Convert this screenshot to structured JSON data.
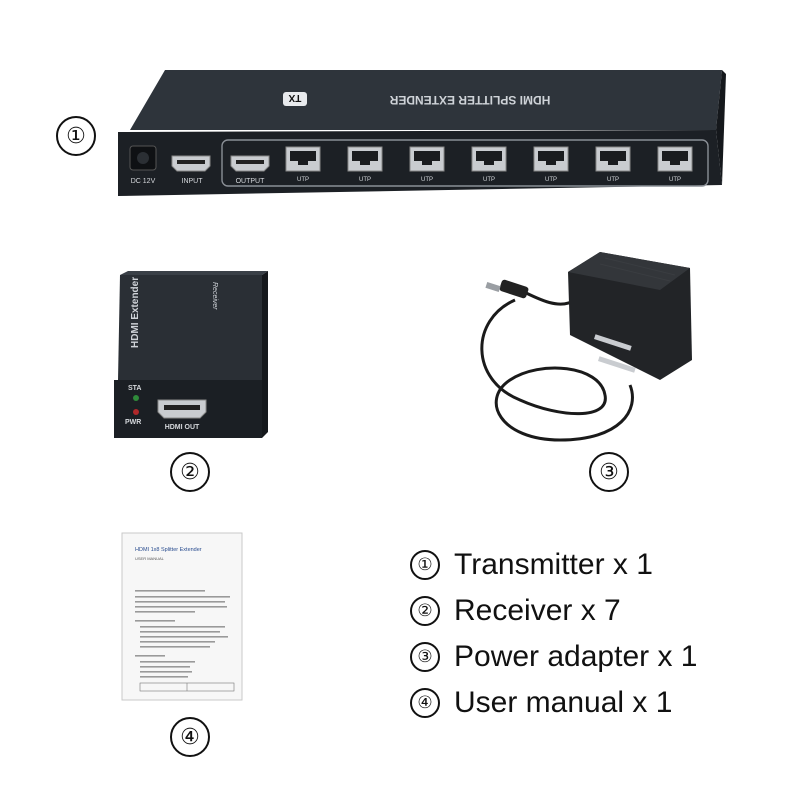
{
  "transmitter": {
    "marker": "①",
    "product_label": "HDMI SPLITTER EXTENDER",
    "tx_badge": "TX",
    "dc_label": "DC 12V",
    "input_label": "INPUT",
    "output_label": "OUTPUT",
    "port_label": "UTP",
    "utp_port_count": 7
  },
  "receiver": {
    "marker": "②",
    "side_label": "HDMI Extender",
    "brand_label": "Receiver",
    "sta_label": "STA",
    "pwr_label": "PWR",
    "hdmi_out_label": "HDMI OUT"
  },
  "adapter": {
    "marker": "③"
  },
  "manual": {
    "marker": "④",
    "title": "HDMI 1x8 Splitter Extender",
    "subtitle": "USER MANUAL"
  },
  "legend": [
    {
      "num": "①",
      "text": "Transmitter x 1"
    },
    {
      "num": "②",
      "text": "Receiver x 7"
    },
    {
      "num": "③",
      "text": "Power adapter x 1"
    },
    {
      "num": "④",
      "text": "User manual x 1"
    }
  ],
  "colors": {
    "device_dark": "#22272d",
    "device_front": "#1b1f24",
    "port_metal": "#c9ccd0",
    "led_green": "#2f8a3a",
    "led_red": "#b0282a"
  }
}
